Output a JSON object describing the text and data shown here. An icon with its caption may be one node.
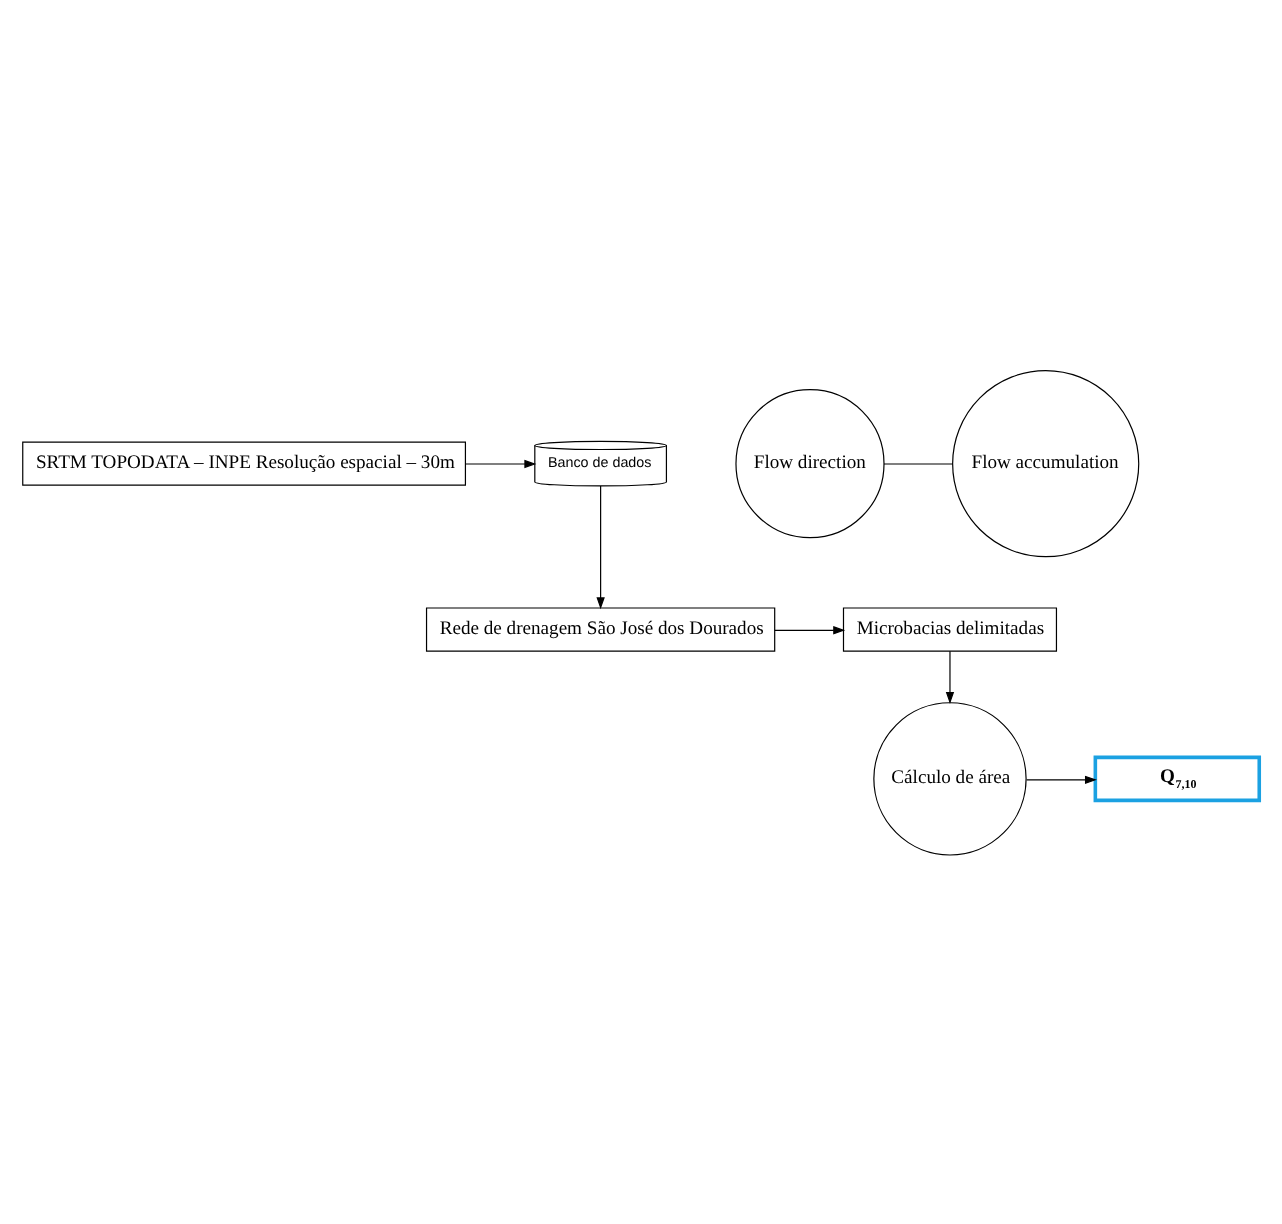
{
  "diagram": {
    "nodes": [
      {
        "text": [
          "SRTM TOPODATA – INPE Resolução espacial – 30m"
        ]
      },
      {
        "text": [
          "Banco de dados"
        ]
      },
      {
        "text": [
          "Flow direction"
        ]
      },
      {
        "text": [
          "Flow accumulation"
        ]
      },
      {
        "text": [
          "Rede de drenagem São José dos Dourados"
        ]
      },
      {
        "text": [
          "Microbacias delimitadas"
        ]
      },
      {
        "text": [
          "Cálculo de área"
        ]
      },
      {
        "text": [
          "Q$_{7,10}$"
        ]
      }
    ],
    "edges": [
      {
        "from": 0,
        "to": 1,
        "arrow": "to"
      },
      {
        "from": 1,
        "to": 4,
        "arrow": "to"
      },
      {
        "from": 2,
        "to": 3,
        "arrow": "none"
      },
      {
        "from": 4,
        "to": 5,
        "arrow": "to"
      },
      {
        "from": 5,
        "to": 6,
        "arrow": "to"
      },
      {
        "from": 6,
        "to": 7,
        "arrow": "to"
      }
    ]
  }
}
